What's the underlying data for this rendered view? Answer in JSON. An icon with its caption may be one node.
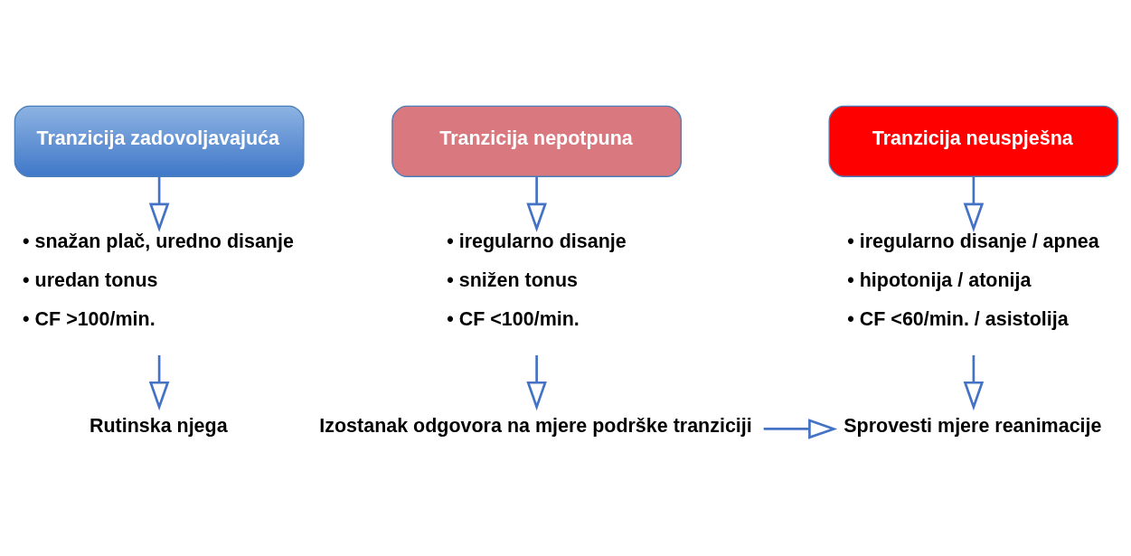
{
  "diagram": {
    "nodes": [
      {
        "text": [
          "Tranzicija zadovoljavajuća"
        ]
      },
      {
        "text": [
          "Tranzicija nepotpuna"
        ]
      },
      {
        "text": [
          "Tranzicija neuspješna"
        ]
      },
      {
        "text": [
          "• snažan plač, uredno disanje",
          "• uredan tonus",
          "• CF >100/min."
        ]
      },
      {
        "text": [
          "• iregularno disanje",
          "• snižen tonus",
          "• CF <100/min."
        ]
      },
      {
        "text": [
          "• iregularno disanje / apnea",
          "• hipotonija / atonija",
          "• CF <60/min. / asistolija"
        ]
      },
      {
        "text": [
          "Rutinska njega"
        ]
      },
      {
        "text": [
          "Izostanak odgovora na mjere podrške tranziciji"
        ]
      },
      {
        "text": [
          "Sprovesti mjere reanimacije"
        ]
      }
    ],
    "edges": [
      {
        "from": 0,
        "to": 3,
        "arrow": "to"
      },
      {
        "from": 3,
        "to": 6,
        "arrow": "to"
      },
      {
        "from": 1,
        "to": 4,
        "arrow": "to"
      },
      {
        "from": 4,
        "to": 7,
        "arrow": "to"
      },
      {
        "from": 2,
        "to": 5,
        "arrow": "to"
      },
      {
        "from": 5,
        "to": 8,
        "arrow": "to"
      },
      {
        "from": 7,
        "to": 8,
        "arrow": "to"
      }
    ]
  }
}
